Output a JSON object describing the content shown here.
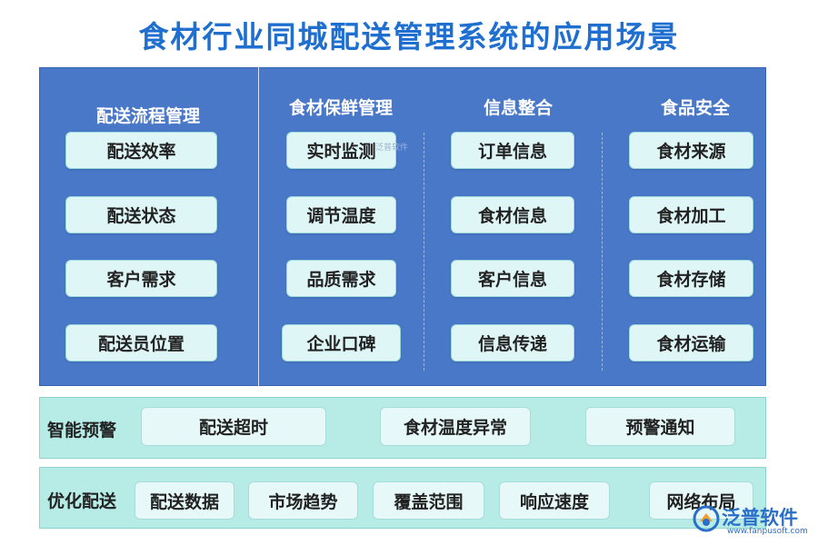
{
  "title": "食材行业同城配送管理系统的应用场景",
  "columns": [
    {
      "title": "配送流程管理",
      "items": [
        "配送效率",
        "配送状态",
        "客户需求",
        "配送员位置"
      ]
    },
    {
      "title": "食材保鲜管理",
      "items": [
        "实时监测",
        "调节温度",
        "品质需求",
        "企业口碑"
      ]
    },
    {
      "title": "信息整合",
      "items": [
        "订单信息",
        "食材信息",
        "客户信息",
        "信息传递"
      ]
    },
    {
      "title": "食品安全",
      "items": [
        "食材来源",
        "食材加工",
        "食材存储",
        "食材运输"
      ]
    }
  ],
  "alert_band": {
    "label": "智能预警",
    "items": [
      "配送超时",
      "食材温度异常",
      "预警通知"
    ]
  },
  "optimize_band": {
    "label": "优化配送",
    "items": [
      "配送数据",
      "市场趋势",
      "覆盖范围",
      "响应速度",
      "网络布局"
    ]
  },
  "watermark": {
    "brand": "泛普软件",
    "url": "www.fanpusoft.com",
    "small": "泛普软件"
  },
  "colors": {
    "title": "#1f6fd0",
    "panel": "#4a78c9",
    "band": "#b6ebe6",
    "pill": "#dff6f7"
  }
}
